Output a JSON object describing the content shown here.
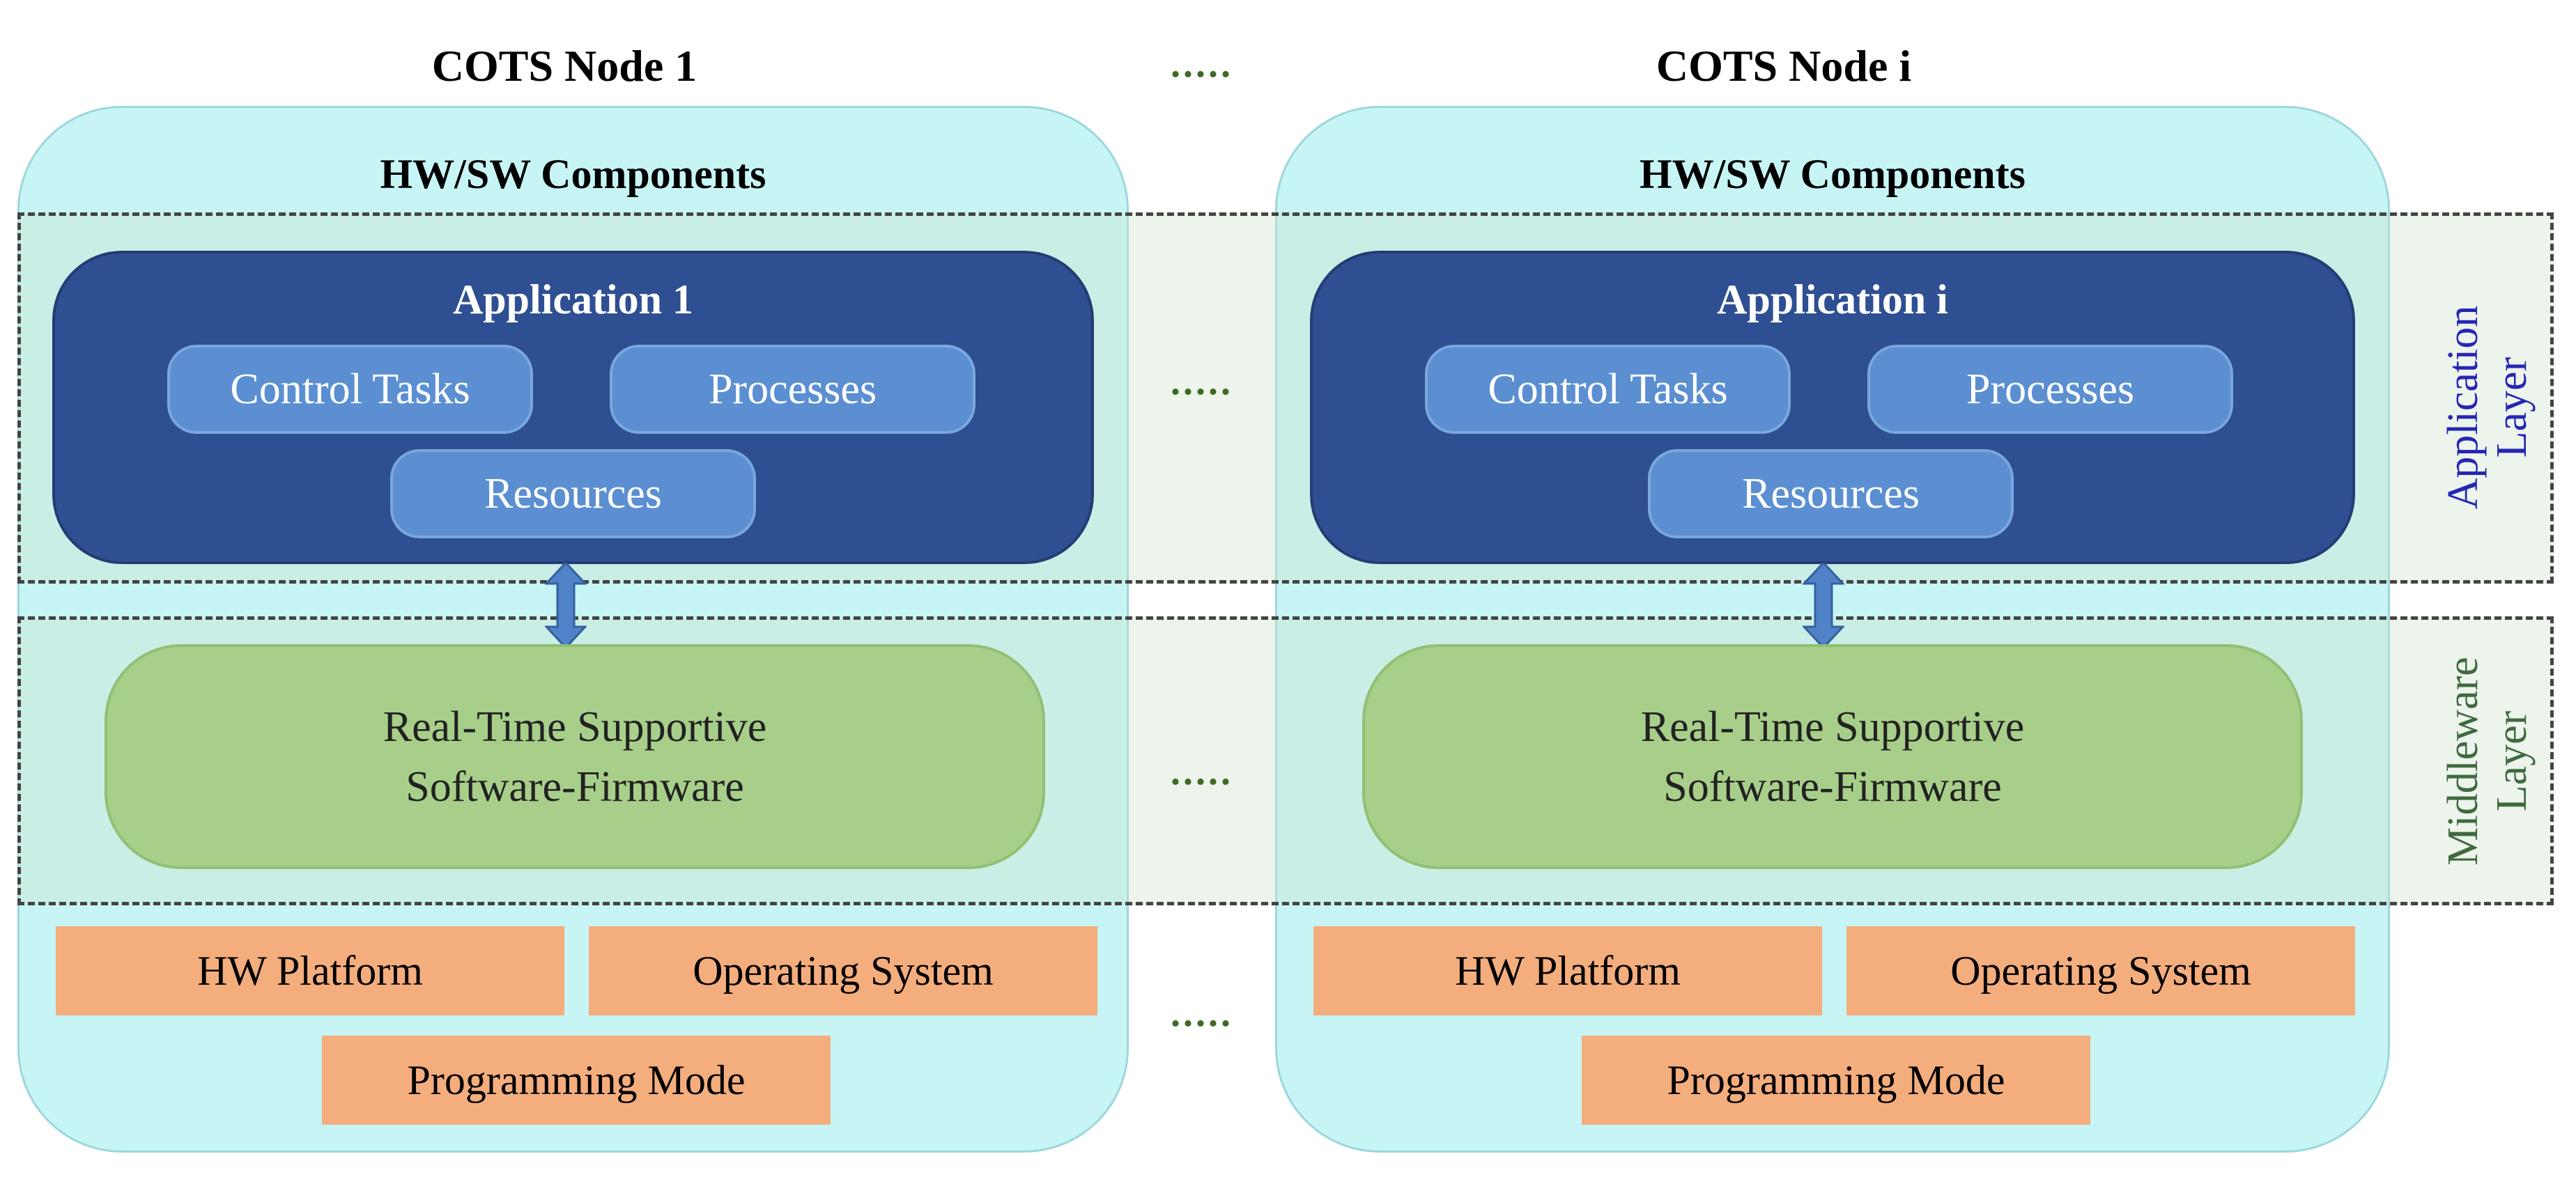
{
  "colors": {
    "node_fill": "#c7f5f6",
    "application_fill": "#2f4f93",
    "pill_fill": "#5b8fd2",
    "middleware_fill": "#a8cf8a",
    "platform_fill": "#f4ad7d",
    "application_layer_label": "#2626b4",
    "middleware_layer_label": "#3f6a3f",
    "dots": "#3f6a24",
    "arrow": "#4f82c6"
  },
  "nodes": [
    {
      "title": "COTS Node 1",
      "components_title": "HW/SW Components",
      "application": {
        "title": "Application 1",
        "control_tasks": "Control Tasks",
        "processes": "Processes",
        "resources": "Resources"
      },
      "middleware": {
        "line1": "Real-Time Supportive",
        "line2": "Software-Firmware"
      },
      "platform": {
        "hw_platform": "HW Platform",
        "operating_system": "Operating System",
        "programming_mode": "Programming Mode"
      }
    },
    {
      "title": "COTS Node i",
      "components_title": "HW/SW Components",
      "application": {
        "title": "Application i",
        "control_tasks": "Control Tasks",
        "processes": "Processes",
        "resources": "Resources"
      },
      "middleware": {
        "line1": "Real-Time Supportive",
        "line2": "Software-Firmware"
      },
      "platform": {
        "hw_platform": "HW Platform",
        "operating_system": "Operating System",
        "programming_mode": "Programming Mode"
      }
    }
  ],
  "ellipsis": ".....",
  "layers": {
    "application": {
      "line1": "Application",
      "line2": "Layer"
    },
    "middleware": {
      "line1": "Middleware",
      "line2": "Layer"
    }
  }
}
